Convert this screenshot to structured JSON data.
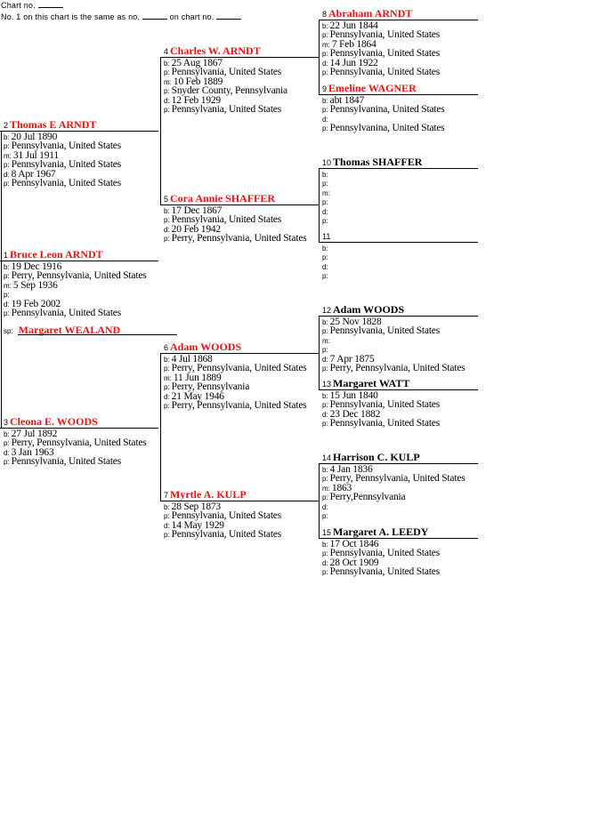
{
  "header": {
    "chart_no_label": "Chart no.",
    "same_as_prefix": "No. 1 on this chart is the same as no.",
    "same_as_middle": "on chart no."
  },
  "spouse": {
    "label": "sp:",
    "name": "Margaret WEALAND",
    "color": "#ee1111"
  },
  "colors": {
    "highlight": "#ee1111",
    "normal": "#000000"
  },
  "people": [
    {
      "num": "1",
      "name": "Bruce Leon ARNDT",
      "red": true,
      "facts": [
        [
          "b:",
          "19 Dec 1916"
        ],
        [
          "p:",
          "Perry, Pennsylvania, United States"
        ],
        [
          "m:",
          "5 Sep 1936"
        ],
        [
          "p:",
          ""
        ],
        [
          "d:",
          "19 Feb 2002"
        ],
        [
          "p:",
          "Pennsylvania, United States"
        ]
      ]
    },
    {
      "num": "2",
      "name": "Thomas E ARNDT",
      "red": true,
      "facts": [
        [
          "b:",
          "20 Jul 1890"
        ],
        [
          "p:",
          "Pennsylvania, United States"
        ],
        [
          "m:",
          "31 Jul 1911"
        ],
        [
          "p:",
          "Pennsylvania, United States"
        ],
        [
          "d:",
          "8 Apr 1967"
        ],
        [
          "p:",
          "Pennsylvania, United States"
        ]
      ]
    },
    {
      "num": "3",
      "name": "Cleona E. WOODS",
      "red": true,
      "facts": [
        [
          "b:",
          "27 Jul 1892"
        ],
        [
          "p:",
          "Perry, Pennsylvania, United States"
        ],
        [
          "d:",
          "3 Jan 1963"
        ],
        [
          "p:",
          "Pennsylvania, United States"
        ]
      ]
    },
    {
      "num": "4",
      "name": "Charles W. ARNDT",
      "red": true,
      "facts": [
        [
          "b:",
          "25 Aug 1867"
        ],
        [
          "p:",
          "Pennsylvania, United States"
        ],
        [
          "m:",
          "10 Feb 1889"
        ],
        [
          "p:",
          "Snyder County, Pennsylvania"
        ],
        [
          "d:",
          "12 Feb 1929"
        ],
        [
          "p:",
          "Pennsylvania, United States"
        ]
      ]
    },
    {
      "num": "5",
      "name": "Cora Annie SHAFFER",
      "red": true,
      "facts": [
        [
          "b:",
          "17 Dec 1867"
        ],
        [
          "p:",
          "Pennsylvania, United States"
        ],
        [
          "d:",
          "20 Feb 1942"
        ],
        [
          "p:",
          "Perry, Pennsylvania, United States"
        ]
      ]
    },
    {
      "num": "6",
      "name": "Adam WOODS",
      "red": true,
      "facts": [
        [
          "b:",
          "4 Jul 1868"
        ],
        [
          "p:",
          "Perry, Pennsylvania, United States"
        ],
        [
          "m:",
          "11 Jun 1889"
        ],
        [
          "p:",
          "Perry, Pennsylvania"
        ],
        [
          "d:",
          "21 May 1946"
        ],
        [
          "p:",
          "Perry, Pennsylvania, United States"
        ]
      ]
    },
    {
      "num": "7",
      "name": "Myrtle A. KULP",
      "red": true,
      "facts": [
        [
          "b:",
          "28 Sep 1873"
        ],
        [
          "p:",
          "Pennsylvania, United States"
        ],
        [
          "d:",
          "14 May 1929"
        ],
        [
          "p:",
          "Pennsylvania, United States"
        ]
      ]
    },
    {
      "num": "8",
      "name": "Abraham ARNDT",
      "red": true,
      "facts": [
        [
          "b:",
          "22 Jun 1844"
        ],
        [
          "p:",
          "Pennsylvania, United States"
        ],
        [
          "m:",
          "7 Feb 1864"
        ],
        [
          "p:",
          "Pennsylvania, United States"
        ],
        [
          "d:",
          "14 Jun 1922"
        ],
        [
          "p:",
          "Pennsylvania, United States"
        ]
      ]
    },
    {
      "num": "9",
      "name": "Emeline WAGNER",
      "red": true,
      "facts": [
        [
          "b:",
          "abt 1847"
        ],
        [
          "p:",
          "Pennsylvanina, United States"
        ],
        [
          "d:",
          ""
        ],
        [
          "p:",
          "Pennsylvanina, United States"
        ]
      ]
    },
    {
      "num": "10",
      "name": "Thomas SHAFFER",
      "red": false,
      "facts": [
        [
          "b:",
          ""
        ],
        [
          "p:",
          ""
        ],
        [
          "m:",
          ""
        ],
        [
          "p:",
          ""
        ],
        [
          "d:",
          ""
        ],
        [
          "p:",
          ""
        ]
      ]
    },
    {
      "num": "11",
      "name": "",
      "red": false,
      "facts": [
        [
          "b:",
          ""
        ],
        [
          "p:",
          ""
        ],
        [
          "d:",
          ""
        ],
        [
          "p:",
          ""
        ]
      ]
    },
    {
      "num": "12",
      "name": "Adam WOODS",
      "red": false,
      "facts": [
        [
          "b:",
          "25 Nov 1828"
        ],
        [
          "p:",
          "Pennsylvania, United States"
        ],
        [
          "m:",
          ""
        ],
        [
          "p:",
          ""
        ],
        [
          "d:",
          "7 Apr 1875"
        ],
        [
          "p:",
          "Perry, Pennsylvania, United States"
        ]
      ]
    },
    {
      "num": "13",
      "name": "Margaret WATT",
      "red": false,
      "facts": [
        [
          "b:",
          "15 Jun 1840"
        ],
        [
          "p:",
          "Pennsylvania, United States"
        ],
        [
          "d:",
          "23 Dec 1882"
        ],
        [
          "p:",
          "Pennsylvania, United States"
        ]
      ]
    },
    {
      "num": "14",
      "name": "Harrison C. KULP",
      "red": false,
      "facts": [
        [
          "b:",
          "4 Jan 1836"
        ],
        [
          "p:",
          "Perry, Pennsylvania, United States"
        ],
        [
          "m:",
          "1863"
        ],
        [
          "p:",
          "Perry,Pennsylvania"
        ],
        [
          "d:",
          ""
        ],
        [
          "p:",
          ""
        ]
      ]
    },
    {
      "num": "15",
      "name": "Margaret A. LEEDY",
      "red": false,
      "facts": [
        [
          "b:",
          "17 Oct 1846"
        ],
        [
          "p:",
          "Pennsylvania, United States"
        ],
        [
          "d:",
          "28 Oct 1909"
        ],
        [
          "p:",
          "Pennsylvania, United States"
        ]
      ]
    }
  ]
}
